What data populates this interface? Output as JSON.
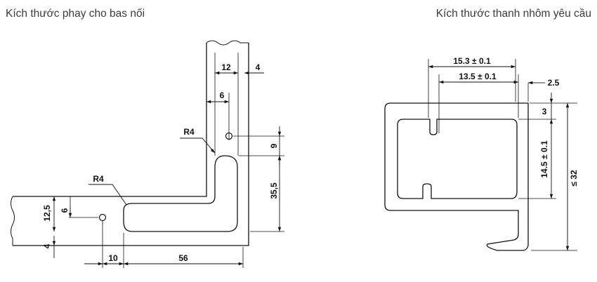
{
  "headings": {
    "left": "Kích thước phay cho bas nối",
    "right": "Kích thước thanh nhôm yêu cầu"
  },
  "left_drawing": {
    "dim_12": "12",
    "dim_4_top": "4",
    "dim_6_top": "6",
    "dim_9": "9",
    "dim_35_5": "35,5",
    "radius_upper": "R4",
    "radius_lower": "R4",
    "dim_6_left": "6",
    "dim_12_5": "12,5",
    "dim_4_bottom": "4",
    "dim_10": "10",
    "dim_56": "56"
  },
  "right_drawing": {
    "dim_15_3": "15.3 ± 0.1",
    "dim_13_5": "13.5 ± 0.1",
    "dim_2_5": "2.5",
    "dim_3": "3",
    "dim_14_5": "14.5 ± 0.1",
    "dim_32": "≤ 32"
  }
}
